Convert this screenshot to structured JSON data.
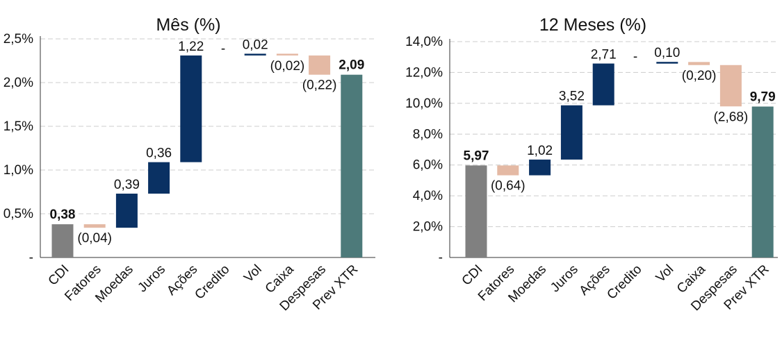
{
  "chart_data": [
    {
      "type": "waterfall",
      "title": "Mês (%)",
      "categories": [
        "CDI",
        "Fatores",
        "Moedas",
        "Juros",
        "Ações",
        "Credito",
        "Vol",
        "Caixa",
        "Despesas",
        "Prev XTR"
      ],
      "values": [
        0.38,
        -0.04,
        0.39,
        0.36,
        1.22,
        0.0,
        0.02,
        -0.02,
        -0.22,
        2.09
      ],
      "labels": [
        "0,38",
        "(0,04)",
        "0,39",
        "0,36",
        "1,22",
        "-",
        "0,02",
        "(0,02)",
        "(0,22)",
        "2,09"
      ],
      "kinds": [
        "total",
        "delta",
        "delta",
        "delta",
        "delta",
        "delta",
        "delta",
        "delta",
        "delta",
        "total"
      ],
      "ylim": [
        0,
        2.5
      ],
      "yticks": [
        0,
        0.5,
        1.0,
        1.5,
        2.0,
        2.5
      ],
      "ytick_labels": [
        "-",
        "0,5%",
        "1,0%",
        "1,5%",
        "2,0%",
        "2,5%"
      ],
      "grid": true
    },
    {
      "type": "waterfall",
      "title": "12 Meses (%)",
      "categories": [
        "CDI",
        "Fatores",
        "Moedas",
        "Juros",
        "Ações",
        "Credito",
        "Vol",
        "Caixa",
        "Despesas",
        "Prev XTR"
      ],
      "values": [
        5.97,
        -0.64,
        1.02,
        3.52,
        2.71,
        0.0,
        0.1,
        -0.2,
        -2.68,
        9.79
      ],
      "labels": [
        "5,97",
        "(0,64)",
        "1,02",
        "3,52",
        "2,71",
        "-",
        "0,10",
        "(0,20)",
        "(2,68)",
        "9,79"
      ],
      "kinds": [
        "total",
        "delta",
        "delta",
        "delta",
        "delta",
        "delta",
        "delta",
        "delta",
        "delta",
        "total"
      ],
      "ylim": [
        0,
        14
      ],
      "yticks": [
        0,
        2,
        4,
        6,
        8,
        10,
        12,
        14
      ],
      "ytick_labels": [
        "-",
        "2,0%",
        "4,0%",
        "6,0%",
        "8,0%",
        "10,0%",
        "12,0%",
        "14,0%"
      ],
      "grid": true
    }
  ],
  "colors": {
    "cdi": "#808080",
    "positive": "#0a3163",
    "negative": "#e4b9a4",
    "final": "#4d7a7a",
    "grid": "#cccccc",
    "axis": "#333333"
  }
}
